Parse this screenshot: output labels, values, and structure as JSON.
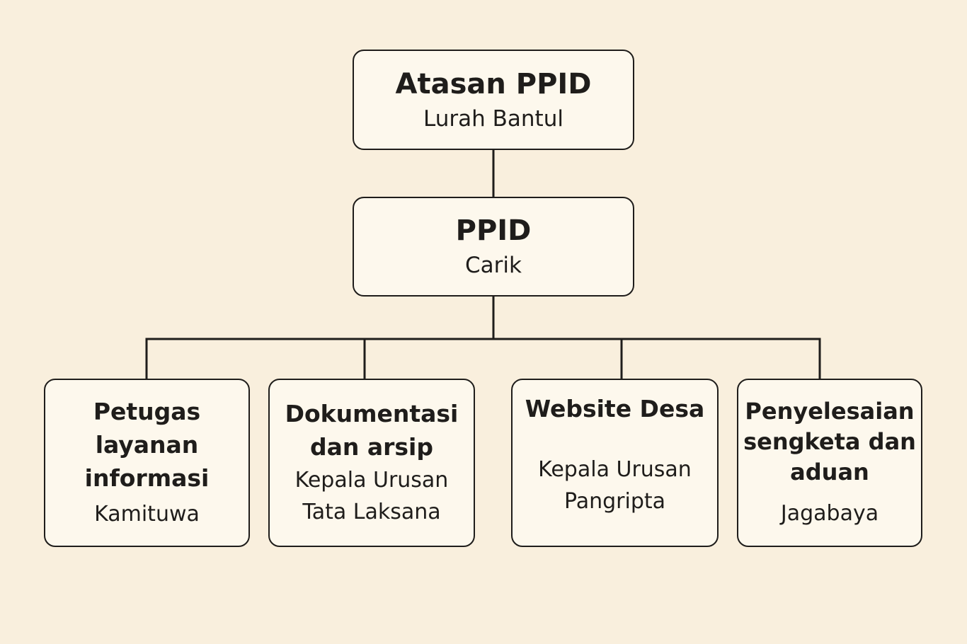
{
  "nodes": {
    "atasan": {
      "title": "Atasan PPID",
      "subtitle": "Lurah Bantul"
    },
    "ppid": {
      "title": "PPID",
      "subtitle": "Carik"
    },
    "petugas": {
      "title_lines": [
        "Petugas",
        "layanan",
        "informasi"
      ],
      "subtitle_lines": [
        "Kamituwa"
      ]
    },
    "dokumentasi": {
      "title_lines": [
        "Dokumentasi",
        "dan arsip"
      ],
      "subtitle_lines": [
        "Kepala Urusan",
        "Tata Laksana"
      ]
    },
    "website": {
      "title_lines": [
        "Website Desa"
      ],
      "subtitle_lines": [
        "Kepala Urusan",
        "Pangripta"
      ]
    },
    "penyelesaian": {
      "title_lines": [
        "Penyelesaian",
        "sengketa dan",
        "aduan"
      ],
      "subtitle_lines": [
        "Jagabaya"
      ]
    }
  },
  "colors": {
    "background": "#f9efdd",
    "box_fill": "#fdf8ed",
    "line": "#1f1d1b"
  }
}
